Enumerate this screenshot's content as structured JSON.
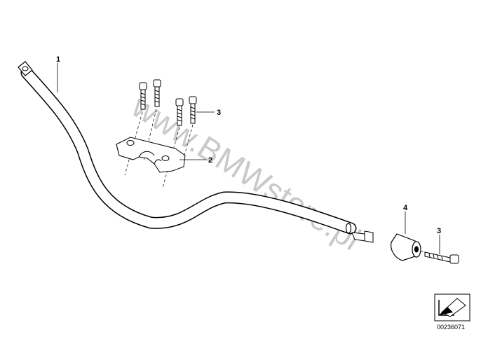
{
  "callouts": {
    "handlebar": "1",
    "clamp": "2",
    "clamp_screws": "3",
    "bar_end_weight": "4",
    "bar_end_screw": "3"
  },
  "watermark": "www.BMWstore.pl",
  "diagram_number": "00236071",
  "icons": {
    "corner_symbol": "arrow-icon"
  }
}
